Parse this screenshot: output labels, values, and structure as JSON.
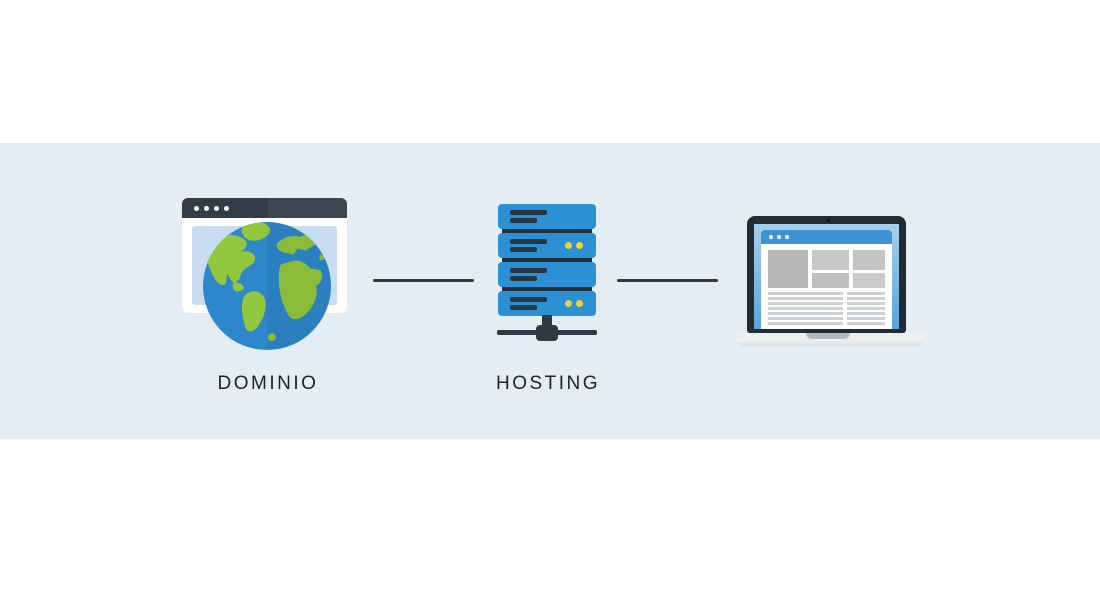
{
  "diagram": {
    "title": "",
    "nodes": [
      {
        "id": "domain",
        "icon": "browser-globe-icon",
        "label": "DOMINIO"
      },
      {
        "id": "hosting",
        "icon": "server-rack-icon",
        "label": "HOSTING"
      },
      {
        "id": "device",
        "icon": "laptop-icon",
        "label": ""
      }
    ],
    "connections": [
      {
        "from": "domain",
        "to": "hosting"
      },
      {
        "from": "hosting",
        "to": "device"
      }
    ]
  },
  "colors": {
    "band": "#e3edf3",
    "ink": "#1d2227",
    "dark": "#2e3943",
    "browser-header": "#323d47",
    "panel": "#c8def0",
    "ocean": "#2d87ca",
    "land": "#93c73d",
    "server-blue": "#2b90d4",
    "server-dark": "#24313d",
    "dot-yellow": "#f0d335",
    "bezel": "#232b33",
    "screen-blue": "#5ba5da",
    "card-header": "#3e92d5",
    "block-gray": "#bfbfbf",
    "line-gray": "#cdd1d4",
    "base-gray": "#e6e8ea",
    "notch-gray": "#b5b9bd"
  }
}
